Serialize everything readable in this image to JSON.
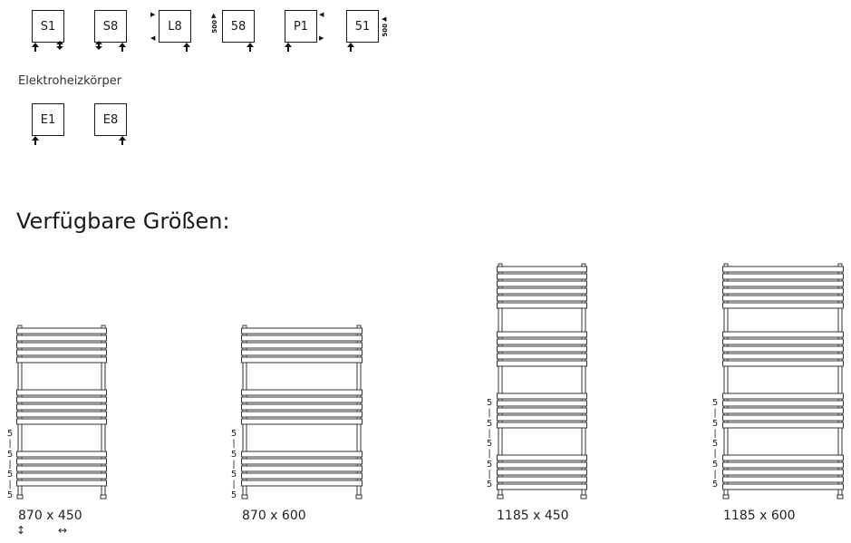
{
  "connection_types": [
    "S1",
    "S8",
    "L8",
    "58",
    "P1",
    "51"
  ],
  "vertical_mark": "500",
  "electric_label": "Elektroheizkörper",
  "electric_types": [
    "E1",
    "E8"
  ],
  "heading": "Verfügbare Größen:",
  "dimension_text": {
    "five": "5",
    "bar": "|"
  },
  "sizes": [
    "870 x 450",
    "870 x 600",
    "1185 x 450",
    "1185 x 600"
  ],
  "direction_icons": {
    "height": "↕",
    "width": "↔"
  }
}
